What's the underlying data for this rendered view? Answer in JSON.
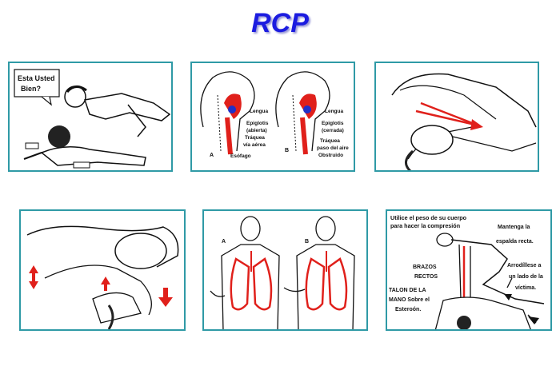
{
  "title": "RCP",
  "colors": {
    "title": "#1c1ce0",
    "frame": "#2f9aa6",
    "accent": "#e0201b",
    "blue": "#2030c8"
  },
  "panel1": {
    "bubble_line1": "Esta Usted",
    "bubble_line2": "Bien?"
  },
  "panel2": {
    "a_lengua": "Lengua",
    "a_epiglotis": "Epiglotis",
    "a_abierta": "(abierta)",
    "a_traquea": "Tráquea",
    "a_via": "vía aérea",
    "a_esofago": "Esófago",
    "a_letter": "A",
    "b_lengua": "Lengua",
    "b_epiglotis": "Epiglotis",
    "b_cerrada": "(cerrada)",
    "b_traquea": "Tráquea",
    "b_paso": "paso del aire",
    "b_obstruido": "Obstruido",
    "b_letter": "B"
  },
  "panel5": {
    "a_letter": "A",
    "b_letter": "B"
  },
  "panel6": {
    "top_line1": "Utilice el peso de su cuerpo",
    "top_line2": "para hacer la compresión",
    "right1_line1": "Mantenga la",
    "right1_line2": "espalda recta.",
    "right2_line1": "Arrodíllese a",
    "right2_line2": "un lado de la",
    "right2_line3": "víctima.",
    "brazos": "BRAZOS",
    "rectos": "RECTOS",
    "talon1": "TALON DE LA",
    "talon2": "MANO Sobre el",
    "talon3": "Esteroón."
  }
}
